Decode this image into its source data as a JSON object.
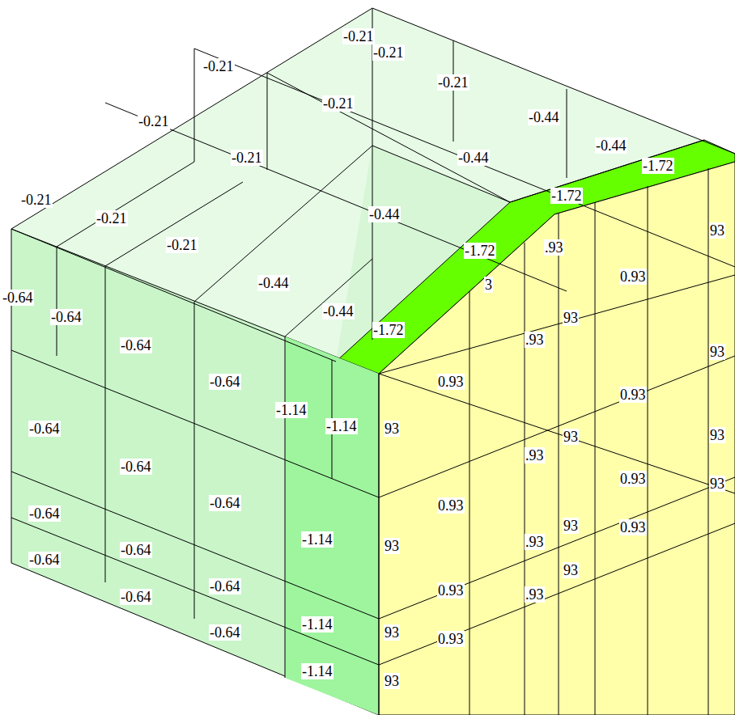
{
  "diagram": {
    "labels": [
      "-0.21",
      "-0.21",
      "-0.21",
      "-0.21",
      "-0.21",
      "-0.21",
      "-0.21",
      "-0.21",
      "-0.21",
      "-0.21",
      "-0.44",
      "-0.44",
      "-0.44",
      "-0.44",
      "-0.44",
      "-0.44",
      "-1.72",
      "-1.72",
      "-1.72",
      "-1.72",
      "-0.64",
      "-0.64",
      "-0.64",
      "-0.64",
      "-0.64",
      "-0.64",
      "-0.64",
      "-0.64",
      "-0.64",
      "-0.64",
      "-0.64",
      "-0.64",
      "-0.64",
      "-1.14",
      "-1.14",
      "-1.14",
      "-1.14",
      "-1.14",
      "0.93",
      "0.93",
      "0.93",
      "0.93",
      "0.93",
      "0.93",
      "0.93",
      "0.93",
      "93",
      "93",
      "93",
      "93",
      "93",
      "93",
      "93",
      "93",
      "93",
      "93",
      "93",
      "93",
      ".93",
      ".93",
      ".93",
      ".93",
      ".93",
      "3"
    ]
  }
}
